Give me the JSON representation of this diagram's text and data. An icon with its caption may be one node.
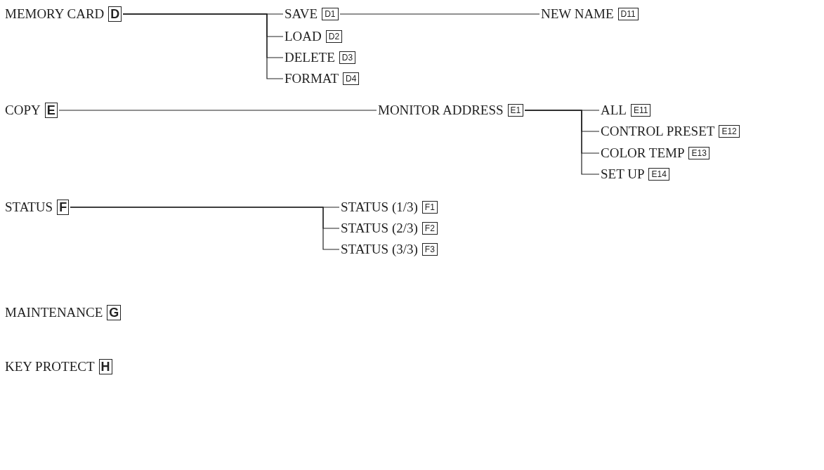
{
  "diagram": {
    "nodes": [
      {
        "text": [
          "MEMORY CARD",
          "D"
        ]
      },
      {
        "text": [
          "SAVE",
          "D1"
        ]
      },
      {
        "text": [
          "NEW NAME",
          "D11"
        ]
      },
      {
        "text": [
          "LOAD",
          "D2"
        ]
      },
      {
        "text": [
          "DELETE",
          "D3"
        ]
      },
      {
        "text": [
          "FORMAT",
          "D4"
        ]
      },
      {
        "text": [
          "COPY",
          "E"
        ]
      },
      {
        "text": [
          "MONITOR ADDRESS",
          "E1"
        ]
      },
      {
        "text": [
          "ALL",
          "E11"
        ]
      },
      {
        "text": [
          "CONTROL PRESET",
          "E12"
        ]
      },
      {
        "text": [
          "COLOR TEMP",
          "E13"
        ]
      },
      {
        "text": [
          "SET UP",
          "E14"
        ]
      },
      {
        "text": [
          "STATUS",
          "F"
        ]
      },
      {
        "text": [
          "STATUS (1/3)",
          "F1"
        ]
      },
      {
        "text": [
          "STATUS (2/3)",
          "F2"
        ]
      },
      {
        "text": [
          "STATUS (3/3)",
          "F3"
        ]
      },
      {
        "text": [
          "MAINTENANCE",
          "G"
        ]
      },
      {
        "text": [
          "KEY PROTECT",
          "H"
        ]
      }
    ],
    "edges": [
      {
        "from": 0,
        "to": 1,
        "arrow": "none"
      },
      {
        "from": 1,
        "to": 2,
        "arrow": "none"
      },
      {
        "from": 0,
        "to": 3,
        "arrow": "none"
      },
      {
        "from": 0,
        "to": 4,
        "arrow": "none"
      },
      {
        "from": 0,
        "to": 5,
        "arrow": "none"
      },
      {
        "from": 6,
        "to": 7,
        "arrow": "none"
      },
      {
        "from": 7,
        "to": 8,
        "arrow": "none"
      },
      {
        "from": 7,
        "to": 9,
        "arrow": "none"
      },
      {
        "from": 7,
        "to": 10,
        "arrow": "none"
      },
      {
        "from": 7,
        "to": 11,
        "arrow": "none"
      },
      {
        "from": 12,
        "to": 13,
        "arrow": "none"
      },
      {
        "from": 12,
        "to": 14,
        "arrow": "none"
      },
      {
        "from": 12,
        "to": 15,
        "arrow": "none"
      }
    ]
  }
}
